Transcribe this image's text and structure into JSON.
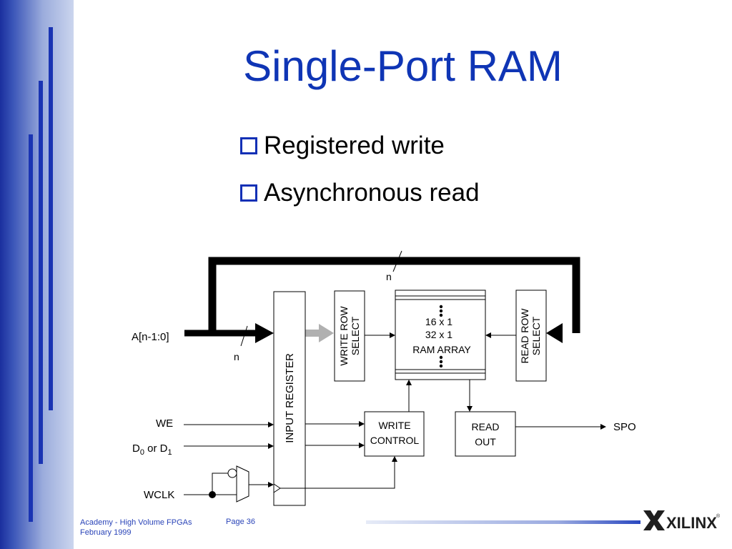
{
  "slide": {
    "title": "Single-Port RAM",
    "bullets": [
      "Registered write",
      "Asynchronous read"
    ]
  },
  "diagram": {
    "address_input": "A[n-1:0]",
    "bus_width_label": "n",
    "input_register": "INPUT REGISTER",
    "write_row_select": [
      "WRITE ROW",
      "SELECT"
    ],
    "read_row_select": [
      "READ ROW",
      "SELECT"
    ],
    "ram_array": [
      "16 x 1",
      "32 x 1",
      "RAM ARRAY"
    ],
    "write_control": [
      "WRITE",
      "CONTROL"
    ],
    "read_out": [
      "READ",
      "OUT"
    ],
    "inputs": {
      "we": "WE",
      "data": "D",
      "data_sub0": "0",
      "data_or": " or D",
      "data_sub1": "1",
      "wclk": "WCLK"
    },
    "output": "SPO"
  },
  "footer": {
    "line1": "Academy - High Volume FPGAs",
    "line2": "February 1999",
    "page": "Page 36",
    "brand": "XILINX",
    "registered_mark": "®"
  },
  "colors": {
    "title": "#0f35b5",
    "sidebar": "#1a2f9e",
    "bullet_box": "#1330b5",
    "register_arrow": "#b0b0b0"
  }
}
